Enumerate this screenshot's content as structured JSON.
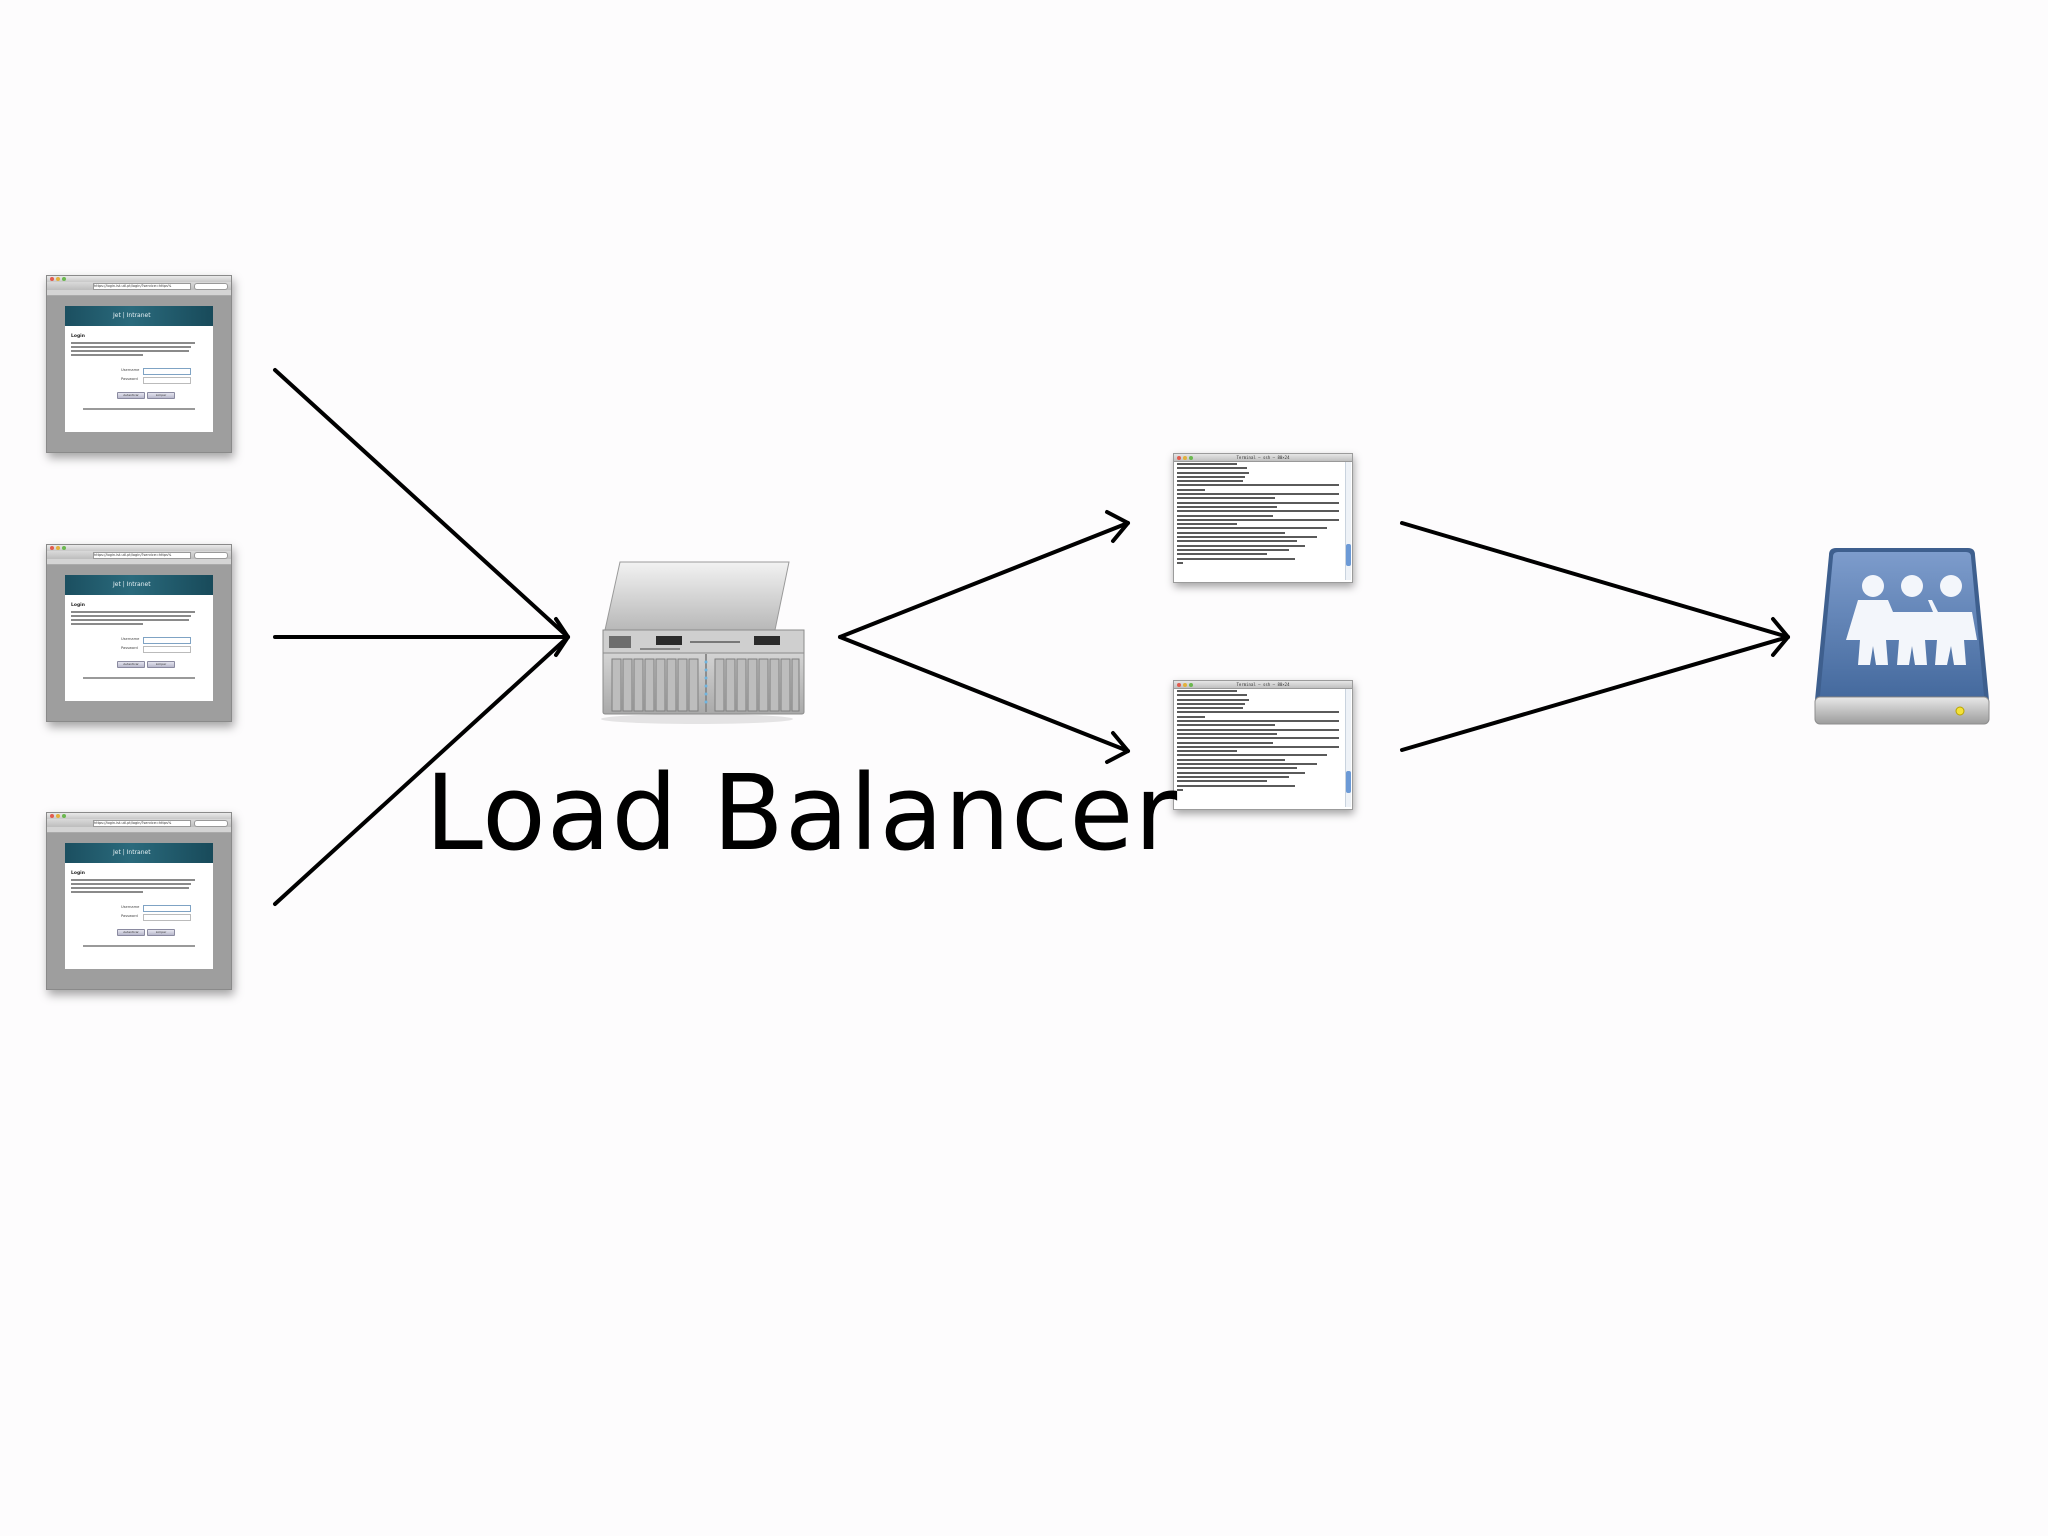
{
  "caption": "Load Balancer",
  "clients": [
    {
      "banner_title": "Jet | Intranet",
      "heading": "Login",
      "url": "https://login.ist.utl.pt/login/?service=https%",
      "field_username": "Username",
      "field_password": "Password",
      "button_login": "Autenticar",
      "button_clear": "Limpar"
    },
    {
      "banner_title": "Jet | Intranet",
      "heading": "Login",
      "url": "https://login.ist.utl.pt/login/?service=https%",
      "field_username": "Username",
      "field_password": "Password",
      "button_login": "Autenticar",
      "button_clear": "Limpar"
    },
    {
      "banner_title": "Jet | Intranet",
      "heading": "Login",
      "url": "https://login.ist.utl.pt/login/?service=https%",
      "field_username": "Username",
      "field_password": "Password",
      "button_login": "Autenticar",
      "button_clear": "Limpar"
    }
  ],
  "app_servers": [
    {
      "title": "Terminal — ssh — 80×24"
    },
    {
      "title": "Terminal — ssh — 80×24"
    }
  ],
  "icons": {
    "client": "browser-login-window-icon",
    "balancer": "rack-server-icon",
    "app_server": "terminal-window-icon",
    "storage": "shared-network-drive-icon"
  },
  "colors": {
    "arrow": "#000000",
    "banner": "#1f5a6b",
    "drive_face": "#5b80b4",
    "drive_body": "#c8c8c8",
    "drive_led": "#f4e23a"
  }
}
